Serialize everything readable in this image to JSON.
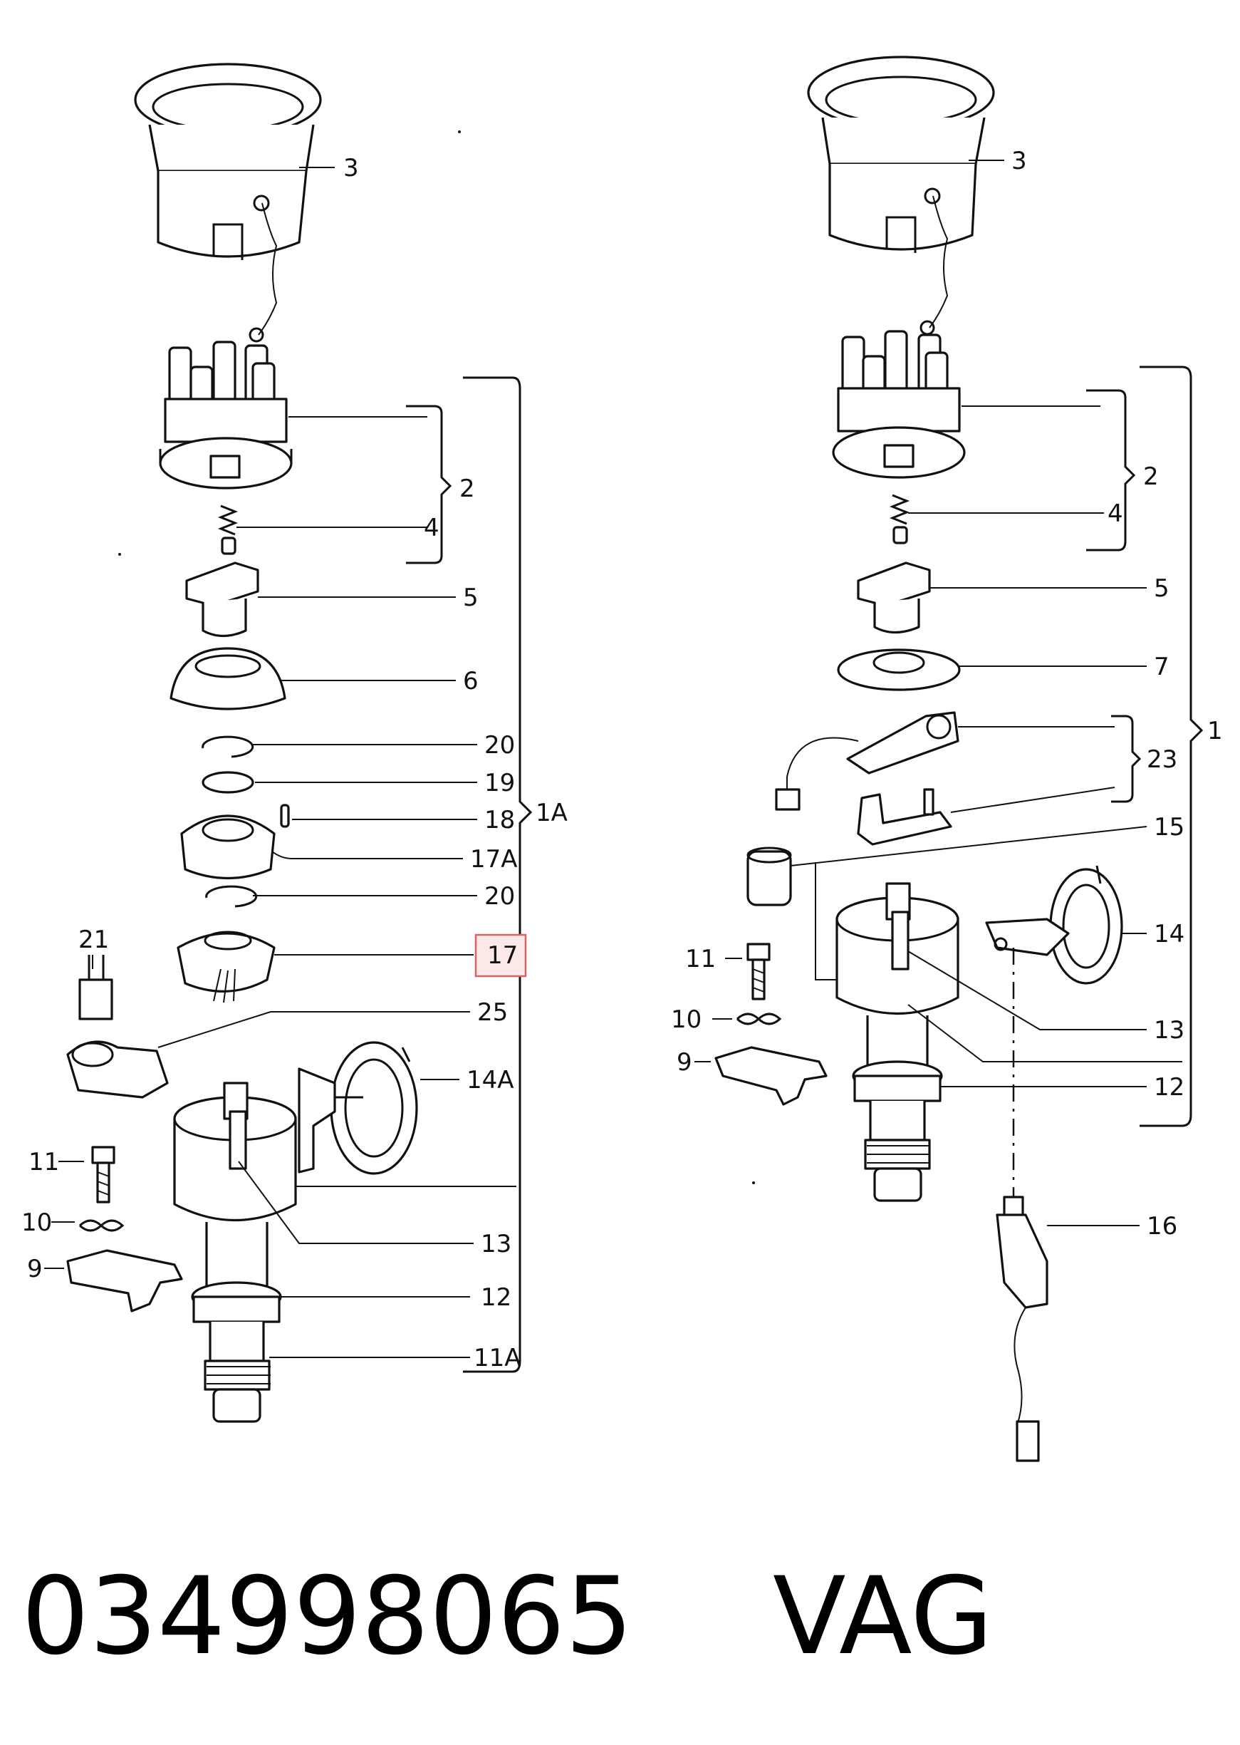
{
  "left": {
    "labels": [
      "3",
      "2",
      "4",
      "5",
      "6",
      "20",
      "19",
      "18",
      "1A",
      "17A",
      "20",
      "17",
      "21",
      "25",
      "14A",
      "11",
      "10",
      "9",
      "13",
      "12",
      "11A"
    ],
    "highlighted": "17"
  },
  "right": {
    "labels": [
      "3",
      "2",
      "4",
      "5",
      "7",
      "23",
      "1",
      "15",
      "14",
      "11",
      "10",
      "9",
      "13",
      "12",
      "16"
    ]
  },
  "footer": {
    "part_number": "034998065",
    "brand": "VAG"
  }
}
